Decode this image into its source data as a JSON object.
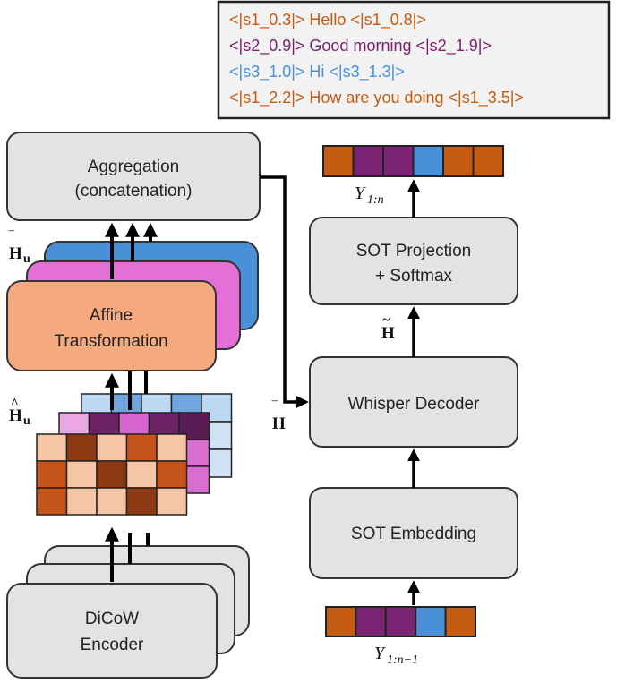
{
  "output_panel": {
    "lines": [
      {
        "text": "<|s1_0.3|> Hello <|s1_0.8|>",
        "color": "#c55a11"
      },
      {
        "text": "<|s2_0.9|> Good morning <|s2_1.9|>",
        "color": "#7a1f6e"
      },
      {
        "text": "<|s3_1.0|> Hi <|s3_1.3|>",
        "color": "#4a8fd8"
      },
      {
        "text": "<|s1_2.2|> How are you doing <|s1_3.5|>",
        "color": "#c55a11"
      }
    ]
  },
  "blocks": {
    "aggregation": {
      "line1": "Aggregation",
      "line2": "(concatenation)"
    },
    "affine": {
      "line1": "Affine",
      "line2": "Transformation"
    },
    "encoder": {
      "line1": "DiCoW",
      "line2": "Encoder"
    },
    "decoder": {
      "label": "Whisper Decoder"
    },
    "projection": {
      "line1": "SOT Projection",
      "line2": "+ Softmax"
    },
    "embedding": {
      "label": "SOT Embedding"
    }
  },
  "symbols": {
    "h_bar_u": {
      "base": "H",
      "accent": "‾",
      "sub": "u"
    },
    "h_hat_u": {
      "base": "H",
      "accent": "^",
      "sub": "u"
    },
    "h_bar": {
      "base": "H",
      "accent": "‾"
    },
    "h_tilde": {
      "base": "H",
      "accent": "~"
    },
    "y_out": {
      "base": "Y",
      "sub": "1:n"
    },
    "y_in": {
      "base": "Y",
      "sub": "1:n−1"
    }
  },
  "token_sequences": {
    "output": [
      "#c55a11",
      "#7b2473",
      "#7b2473",
      "#4a90d9",
      "#c55a11",
      "#c55a11"
    ],
    "input": [
      "#c55a11",
      "#7b2473",
      "#7b2473",
      "#4a90d9",
      "#c55a11"
    ]
  },
  "colors": {
    "block_fill": "#e3e3e3",
    "affine_fill": "#f4a97f",
    "pink_layer": "#e46fd6",
    "blue_layer": "#4a90d9",
    "panel_fill": "#f2f2f2"
  },
  "matrices": {
    "front": [
      [
        "#f6c5a5",
        "#8b3a14",
        "#f6c5a5",
        "#c4541a",
        "#f6c5a5"
      ],
      [
        "#c4541a",
        "#f6c5a5",
        "#8b3a14",
        "#f6c5a5",
        "#c4541a"
      ],
      [
        "#c4541a",
        "#f6c5a5",
        "#f6c5a5",
        "#8b3a14",
        "#f6c5a5"
      ]
    ],
    "middle": [
      "#e9a8e4",
      "#6e2266",
      "#d764cf",
      "#6e2266",
      "#5a1c55"
    ],
    "back": [
      "#bcd8f2",
      "#6ea6dd",
      "#bcd8f2",
      "#6ea6dd",
      "#bcd8f2"
    ]
  }
}
